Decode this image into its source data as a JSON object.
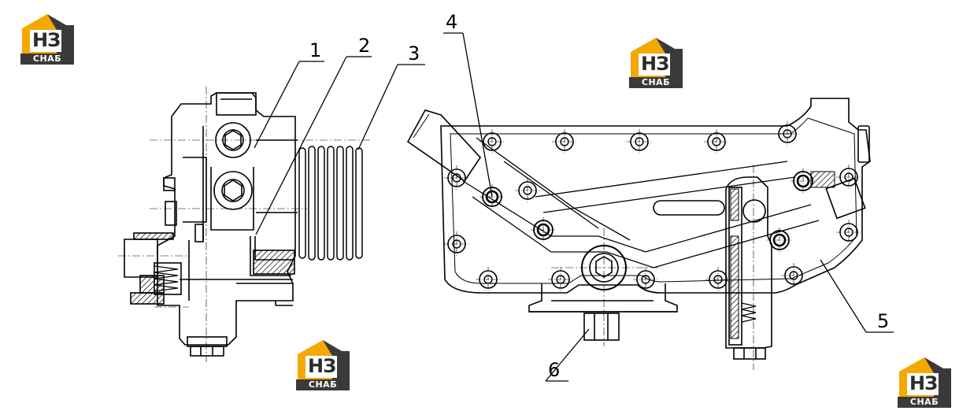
{
  "brand": {
    "mark": "НЗ",
    "name": "СНАБ",
    "colors": {
      "orange": "#F5A800",
      "dark": "#3a3a3a",
      "text_light": "#ffffff"
    }
  },
  "callouts": {
    "c1": "1",
    "c2": "2",
    "c3": "3",
    "c4": "4",
    "c5": "5",
    "c6": "6"
  },
  "colors": {
    "line": "#000000",
    "hatch": "#000000",
    "background": "#ffffff"
  }
}
